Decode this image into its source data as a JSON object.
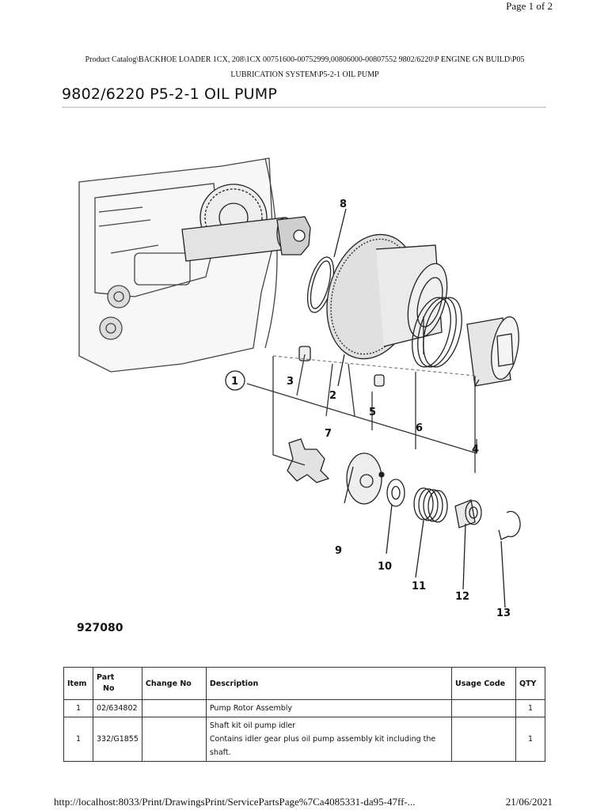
{
  "header": {
    "page_number": "Page 1 of 2",
    "catalog_path_line1": "Product Catalog\\BACKHOE LOADER 1CX, 208\\1CX 00751600-00752999,00806000-00807552 9802/6220\\P ENGINE GN BUILD\\P05",
    "catalog_path_line2": "LUBRICATION SYSTEM\\P5-2-1 OIL PUMP"
  },
  "title": "9802/6220 P5-2-1 OIL PUMP",
  "drawing": {
    "drawing_number": "927080",
    "callouts": [
      "1",
      "2",
      "3",
      "4",
      "5",
      "6",
      "7",
      "8",
      "9",
      "10",
      "11",
      "12",
      "13"
    ]
  },
  "parts_table": {
    "headers": {
      "item": "Item",
      "part_no_1": "Part",
      "part_no_2": "No",
      "change_no": "Change No",
      "description": "Description",
      "usage_code": "Usage Code",
      "qty": "QTY"
    },
    "rows": [
      {
        "item": "1",
        "part_no": "02/634802",
        "change_no": "",
        "description": "Pump Rotor Assembly",
        "description_2": "",
        "usage_code": "",
        "qty": "1"
      },
      {
        "item": "1",
        "part_no": "332/G1855",
        "change_no": "",
        "description": "Shaft kit oil pump idler",
        "description_2": "Contains idler gear plus oil pump assembly kit including the shaft.",
        "usage_code": "",
        "qty": "1"
      }
    ]
  },
  "footer": {
    "url": "http://localhost:8033/Print/DrawingsPrint/ServicePartsPage%7Ca4085331-da95-47ff-...",
    "date": "21/06/2021"
  }
}
